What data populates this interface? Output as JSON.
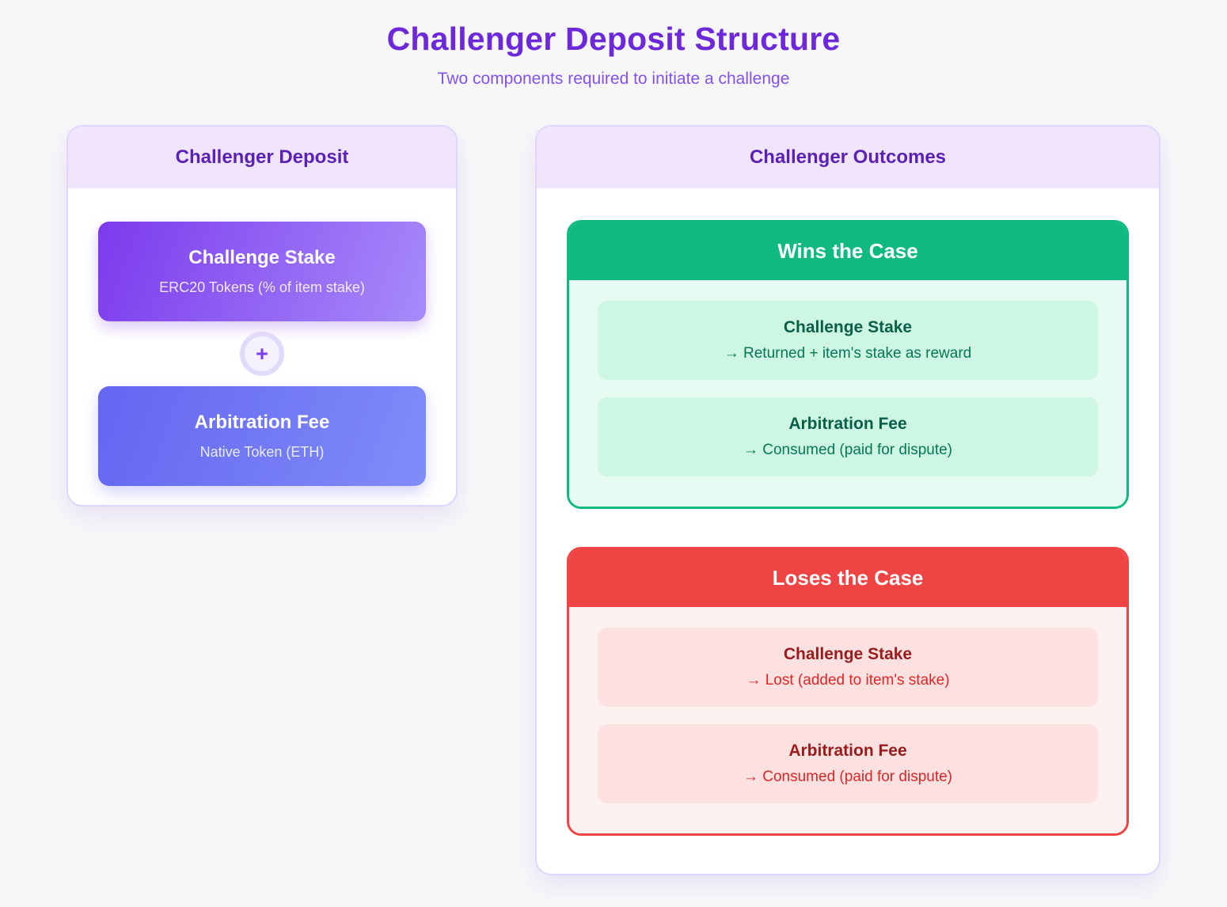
{
  "page": {
    "title": "Challenger Deposit Structure",
    "subtitle": "Two components required to initiate a challenge"
  },
  "deposit_card": {
    "header": "Challenger Deposit",
    "connector": "+",
    "components": [
      {
        "title": "Challenge Stake",
        "subtitle": "ERC20 Tokens (% of item stake)"
      },
      {
        "title": "Arbitration Fee",
        "subtitle": "Native Token (ETH)"
      }
    ]
  },
  "outcomes_card": {
    "header": "Challenger Outcomes",
    "sections": [
      {
        "title": "Wins the Case",
        "items": [
          {
            "title": "Challenge Stake",
            "result": "→ Returned + item's stake as reward"
          },
          {
            "title": "Arbitration Fee",
            "result": "→ Consumed (paid for dispute)"
          }
        ]
      },
      {
        "title": "Loses the Case",
        "items": [
          {
            "title": "Challenge Stake",
            "result": "→ Lost (added to item's stake)"
          },
          {
            "title": "Arbitration Fee",
            "result": "→ Consumed (paid for dispute)"
          }
        ]
      }
    ]
  },
  "colors": {
    "page_bg": "#f7f7f8",
    "title_text": "#6d28d9",
    "subtitle_text": "#8452e8",
    "card_border": "#ddd6fe",
    "card_header_bg": "#f0e5fc",
    "card_header_text": "#5b21b6",
    "stake_gradient_start": "#7c3aed",
    "stake_gradient_end": "#a78bfa",
    "fee_gradient_start": "#6366f1",
    "fee_gradient_end": "#818cf8",
    "plus_accent": "#7c3aed",
    "win_accent": "#10b981",
    "win_bg": "#e8fbf2",
    "win_item_bg": "#cdf7e2",
    "win_title_text": "#065f46",
    "win_result_text": "#047857",
    "lose_accent": "#ef4444",
    "lose_bg": "#fdf1f1",
    "lose_item_bg": "#fde1e1",
    "lose_title_text": "#991b1b",
    "lose_result_text": "#dc2626"
  }
}
